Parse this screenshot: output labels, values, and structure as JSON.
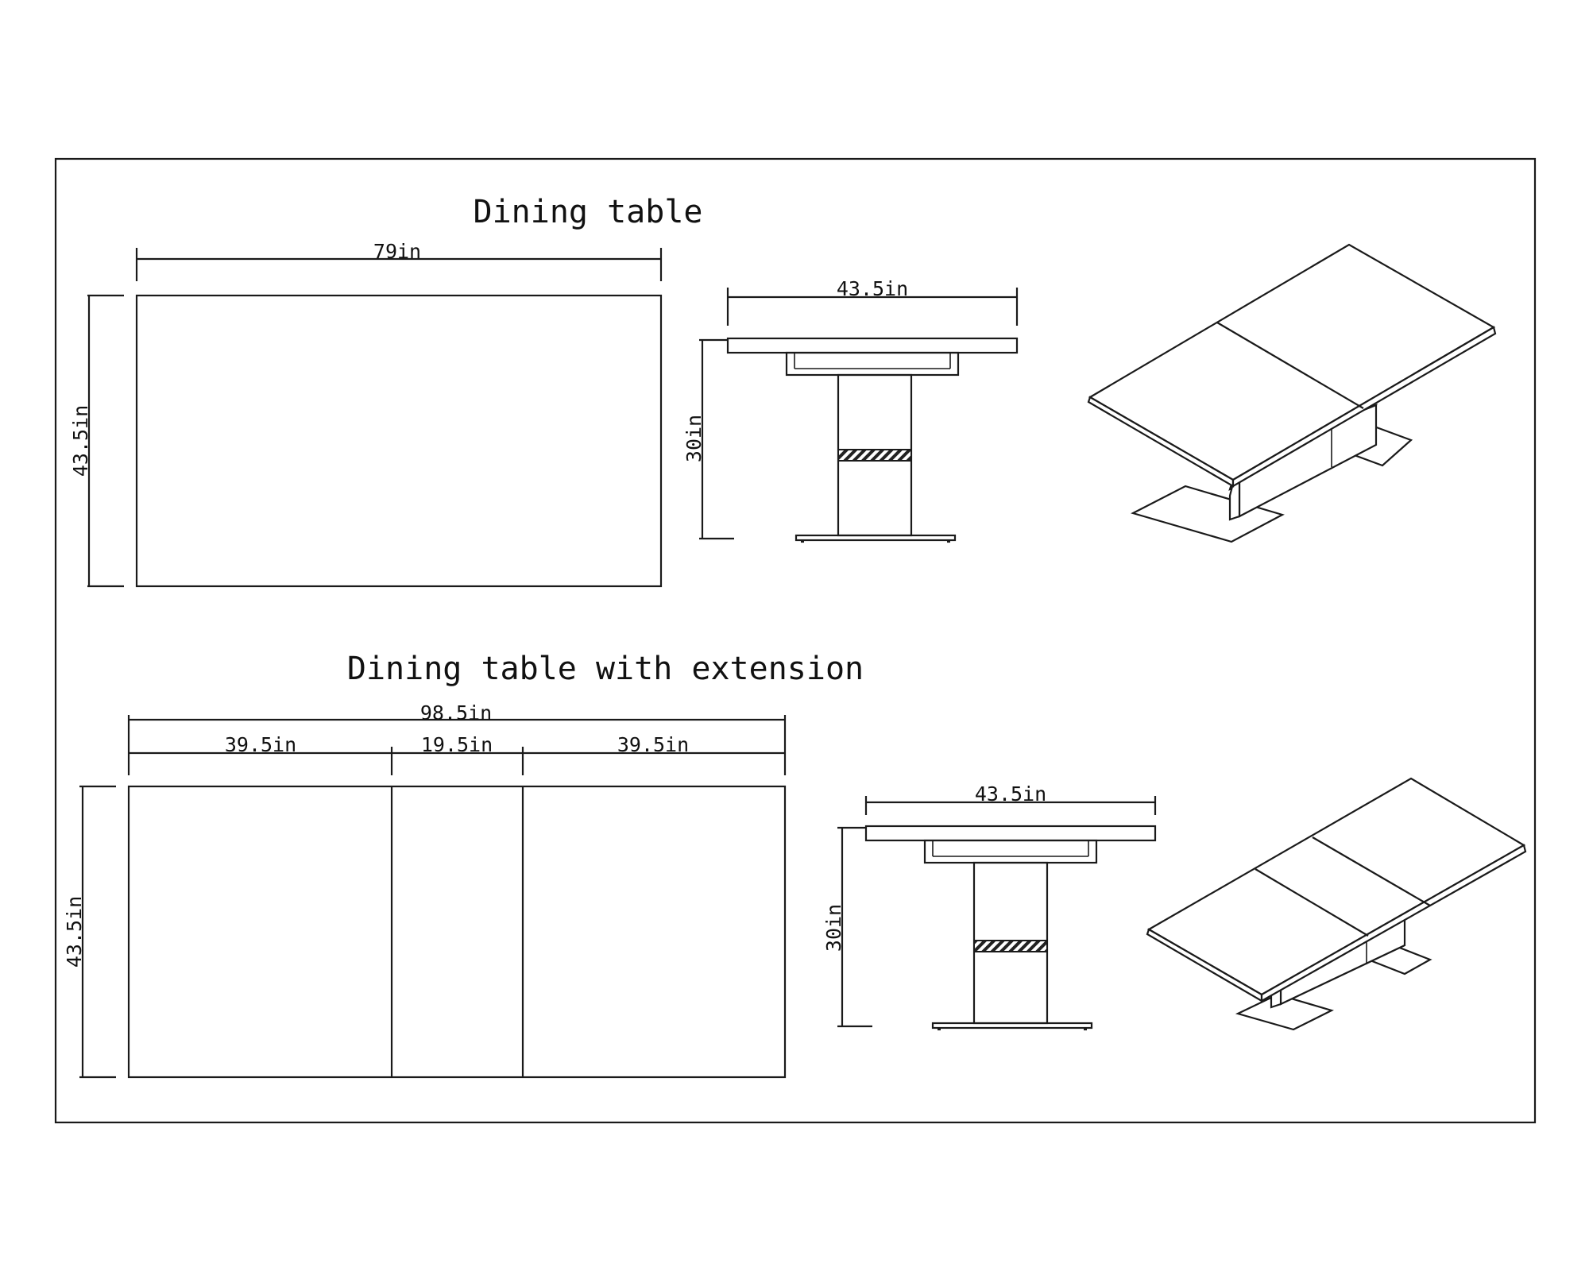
{
  "titles": {
    "top": "Dining table",
    "bottom": "Dining table with extension"
  },
  "top_view": {
    "length": "79in",
    "depth": "43.5in"
  },
  "top_side": {
    "depth": "43.5in",
    "height": "30in"
  },
  "bottom_view": {
    "total": "98.5in",
    "left": "39.5in",
    "middle": "19.5in",
    "right": "39.5in",
    "depth": "43.5in"
  },
  "bottom_side": {
    "depth": "43.5in",
    "height": "30in"
  }
}
